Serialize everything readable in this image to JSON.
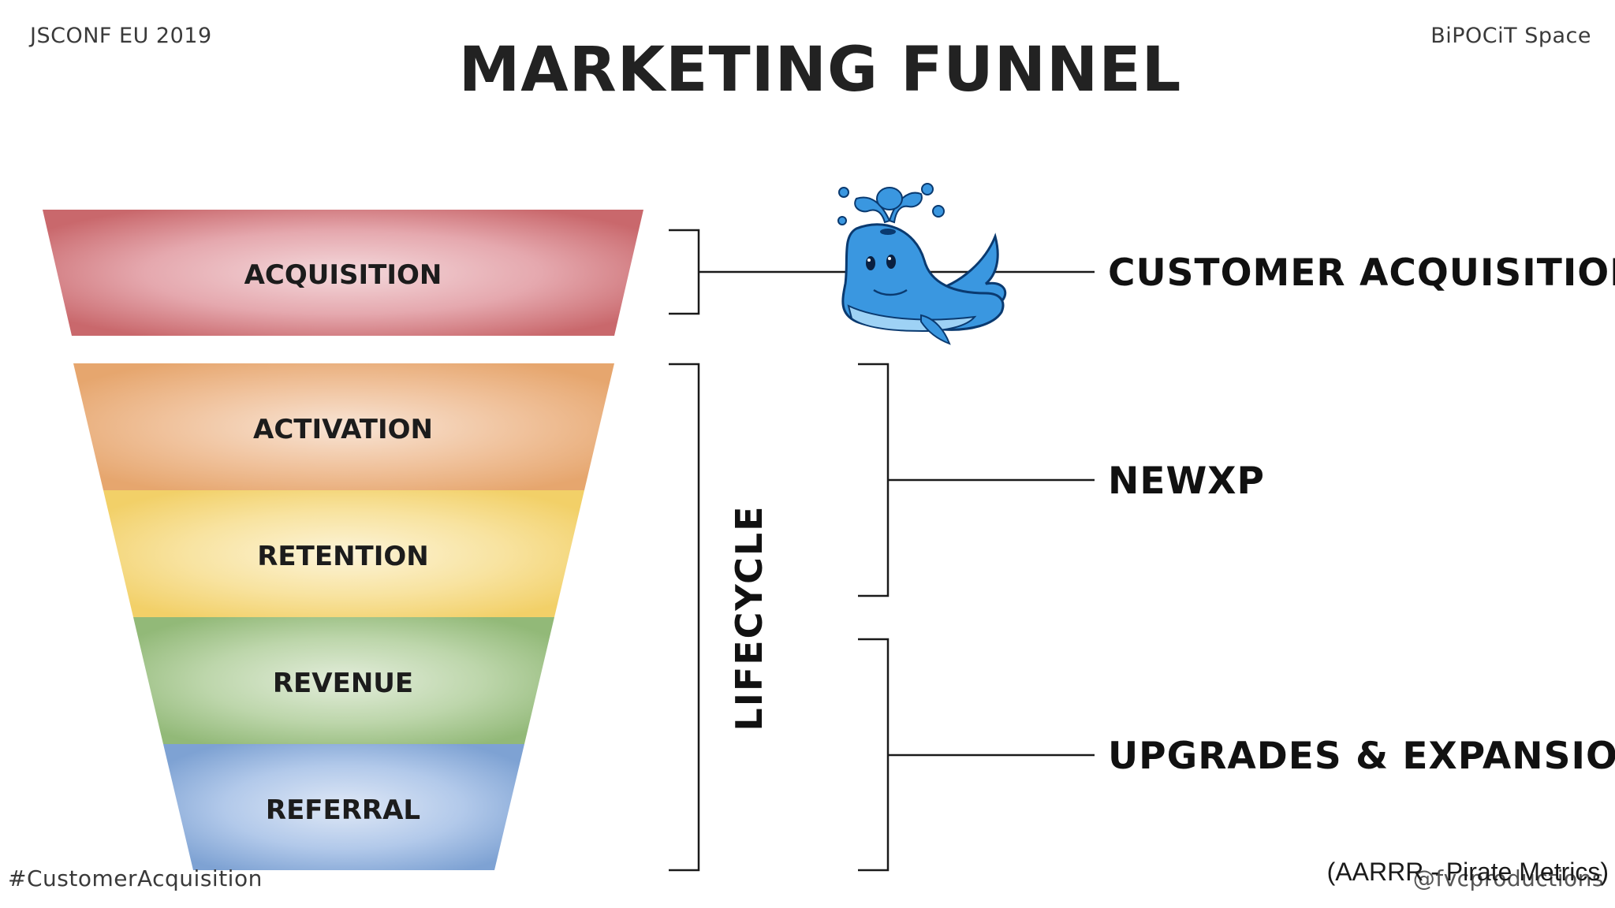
{
  "header": {
    "conference": "JSCONF EU 2019",
    "space": "BiPOCiT Space",
    "title": "MARKETING FUNNEL"
  },
  "footer": {
    "hashtag": "#CustomerAcquisition",
    "handle": "@fvcproductions",
    "note": "(AARRR - Pirate Metrics)"
  },
  "funnel": {
    "stages": [
      {
        "label": "ACQUISITION",
        "color": "#cf6c70"
      },
      {
        "label": "ACTIVATION",
        "color": "#e9ad78"
      },
      {
        "label": "RETENTION",
        "color": "#f5d876"
      },
      {
        "label": "REVENUE",
        "color": "#9fc287"
      },
      {
        "label": "REFERRAL",
        "color": "#86a9d8"
      }
    ]
  },
  "groups": {
    "lifecycle": "LIFECYCLE",
    "customer_acquisition": "CUSTOMER ACQUISITION",
    "newxp": "NEWXP",
    "upgrades": "UPGRADES & EXPANSION"
  },
  "icons": {
    "mascot": "whale-icon"
  }
}
